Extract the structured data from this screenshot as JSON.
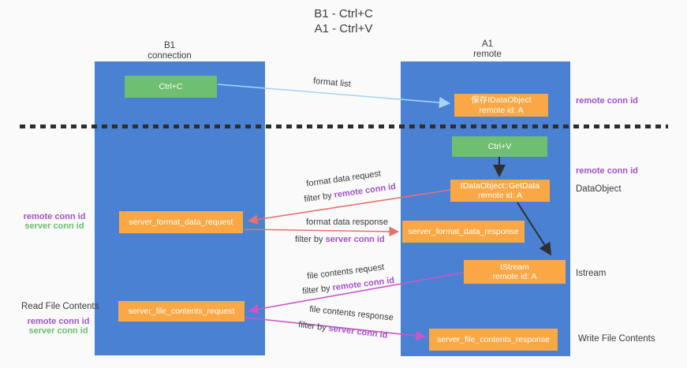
{
  "title": {
    "line1": "B1 - Ctrl+C",
    "line2": "A1 - Ctrl+V"
  },
  "columns": {
    "left": {
      "name": "B1",
      "subtitle": "connection"
    },
    "right": {
      "name": "A1",
      "subtitle": "remote"
    }
  },
  "boxes": {
    "ctrl_c": "Ctrl+C",
    "ctrl_v": "Ctrl+V",
    "save_dataobject": {
      "line1": "保存IDataObject",
      "line2": "remote id: A"
    },
    "getdata": {
      "line1": "IDataObject::GetData",
      "line2": "remote id: A"
    },
    "istream": {
      "line1": "IStream",
      "line2": "remote id: A"
    },
    "format_request": "server_format_data_request",
    "format_response": "server_format_data_response",
    "file_request": "server_file_contents_request",
    "file_response": "server_file_contents_response"
  },
  "arrow_labels": {
    "format_list": "format list",
    "format_data_request": "format data request",
    "format_data_response": "format data response",
    "file_contents_request": "file contents request",
    "file_contents_response": "file contents response",
    "filter_by": "filter by ",
    "remote_conn_id": "remote conn id",
    "server_conn_id": "server conn id"
  },
  "side_labels": {
    "right_remote_conn_id_top": "remote conn id",
    "right_remote_conn_id_mid": "remote conn id",
    "dataobject": "DataObject",
    "istream": "Istream",
    "write_file_contents": "Write File Contents",
    "left_remote_conn_id_top": "remote conn id",
    "left_server_conn_id_top": "server conn id",
    "read_file_contents": "Read File Contents",
    "left_remote_conn_id_bottom": "remote conn id",
    "left_server_conn_id_bottom": "server conn id"
  },
  "colors": {
    "lane_blue": "#4a81d3",
    "box_orange": "#f9a845",
    "box_green": "#6fbf72",
    "arrow_light_blue": "#a9d4f0",
    "arrow_red": "#e8716f",
    "arrow_magenta": "#c957c9",
    "arrow_black": "#2f2f2f",
    "text_purple": "#a352c9",
    "text_green": "#6abf6e"
  }
}
